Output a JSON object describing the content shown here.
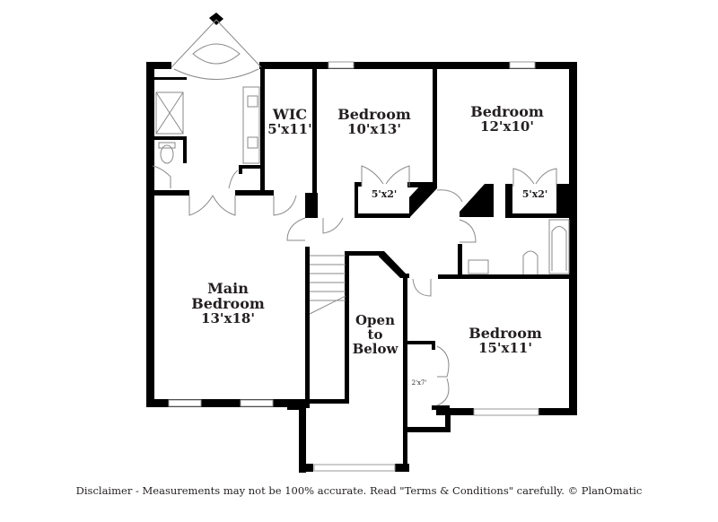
{
  "plan": {
    "rooms": [
      {
        "id": "wic",
        "name": "WIC",
        "dims": "5'x11'"
      },
      {
        "id": "bedroom-2",
        "name": "Bedroom",
        "dims": "10'x13'"
      },
      {
        "id": "bedroom-3",
        "name": "Bedroom",
        "dims": "12'x10'"
      },
      {
        "id": "main-bedroom",
        "name_line1": "Main",
        "name_line2": "Bedroom",
        "dims": "13'x18'"
      },
      {
        "id": "open-to-below",
        "line1": "Open",
        "line2": "to",
        "line3": "Below"
      },
      {
        "id": "bedroom-4",
        "name": "Bedroom",
        "dims": "15'x11'"
      }
    ],
    "closets": [
      {
        "id": "closet-bedroom-2",
        "dims": "5'x2'"
      },
      {
        "id": "closet-bedroom-3",
        "dims": "5'x2'"
      },
      {
        "id": "closet-bedroom-4",
        "dims": "2'x7'"
      }
    ]
  },
  "footer": {
    "disclaimer": "Disclaimer - Measurements may not be 100% accurate. Read \"Terms & Conditions\" carefully. © PlanOmatic"
  },
  "colors": {
    "wall": "#000000",
    "fixture": "#8a8a8a",
    "window": "#b5b5b5",
    "text": "#231f20"
  }
}
